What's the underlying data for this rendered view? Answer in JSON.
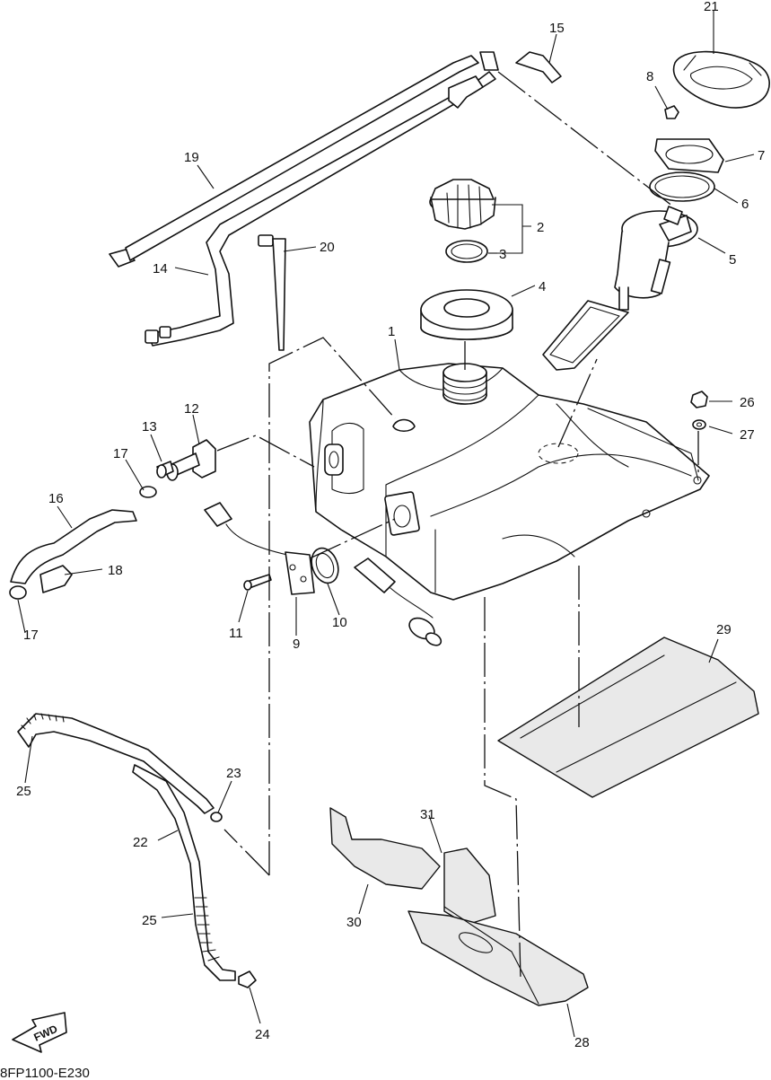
{
  "diagram": {
    "drawing_code": "8FP1100-E230",
    "direction_label": "FWD",
    "callouts": [
      {
        "id": "c1",
        "label": "1"
      },
      {
        "id": "c2",
        "label": "2"
      },
      {
        "id": "c3",
        "label": "3"
      },
      {
        "id": "c4",
        "label": "4"
      },
      {
        "id": "c5",
        "label": "5"
      },
      {
        "id": "c6",
        "label": "6"
      },
      {
        "id": "c7",
        "label": "7"
      },
      {
        "id": "c8",
        "label": "8"
      },
      {
        "id": "c9",
        "label": "9"
      },
      {
        "id": "c10",
        "label": "10"
      },
      {
        "id": "c11",
        "label": "11"
      },
      {
        "id": "c12",
        "label": "12"
      },
      {
        "id": "c13",
        "label": "13"
      },
      {
        "id": "c14",
        "label": "14"
      },
      {
        "id": "c15",
        "label": "15"
      },
      {
        "id": "c16",
        "label": "16"
      },
      {
        "id": "c17a",
        "label": "17"
      },
      {
        "id": "c17b",
        "label": "17"
      },
      {
        "id": "c18",
        "label": "18"
      },
      {
        "id": "c19",
        "label": "19"
      },
      {
        "id": "c20",
        "label": "20"
      },
      {
        "id": "c21",
        "label": "21"
      },
      {
        "id": "c22",
        "label": "22"
      },
      {
        "id": "c23",
        "label": "23"
      },
      {
        "id": "c24",
        "label": "24"
      },
      {
        "id": "c25a",
        "label": "25"
      },
      {
        "id": "c25b",
        "label": "25"
      },
      {
        "id": "c26",
        "label": "26"
      },
      {
        "id": "c27",
        "label": "27"
      },
      {
        "id": "c28",
        "label": "28"
      },
      {
        "id": "c29",
        "label": "29"
      },
      {
        "id": "c30",
        "label": "30"
      },
      {
        "id": "c31",
        "label": "31"
      }
    ]
  }
}
